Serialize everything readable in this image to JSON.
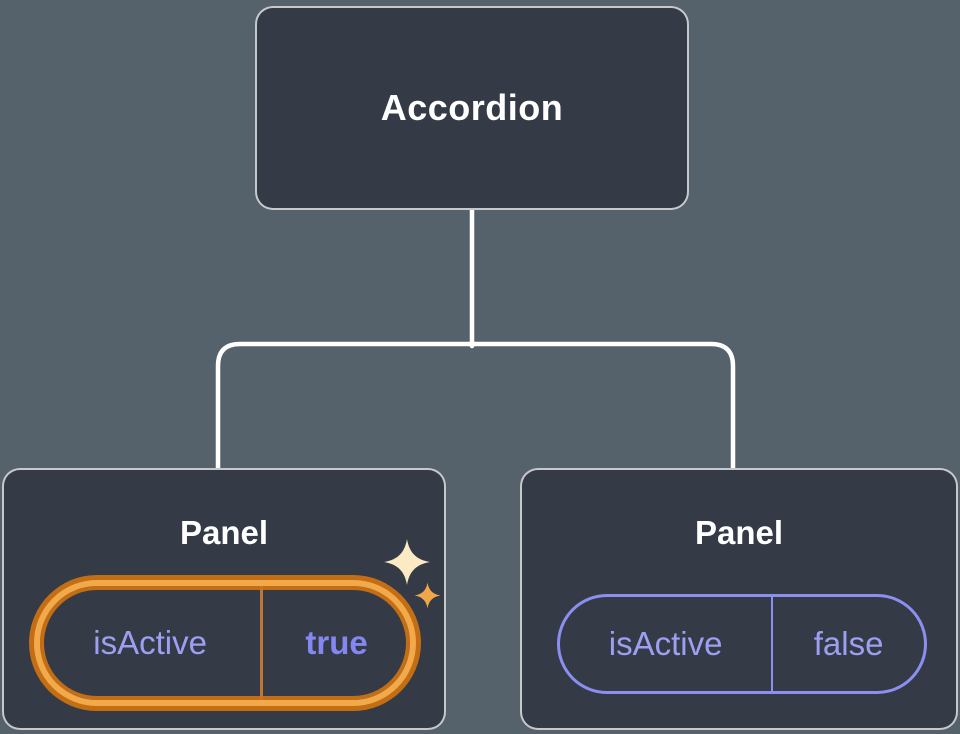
{
  "diagram": {
    "description": "Component tree: Accordion parent with two Panel children holding isActive state",
    "root": {
      "label": "Accordion"
    },
    "children": [
      {
        "label": "Panel",
        "prop_name": "isActive",
        "prop_value": "true",
        "highlighted": true
      },
      {
        "label": "Panel",
        "prop_name": "isActive",
        "prop_value": "false",
        "highlighted": false
      }
    ],
    "colors": {
      "background": "#56626B",
      "node_fill": "#343B47",
      "node_stroke": "#FFFFFF",
      "connector": "#FFFFFF",
      "text_primary": "#FFFFFF",
      "prop_text_purple": "#9DA0F2",
      "prop_value_purple": "#8487F0",
      "highlight_ring_dark": "#C36E15",
      "highlight_ring_bright": "#F1A94A",
      "highlight_divider": "#C07630",
      "pill_border_purple": "#8B8FF0",
      "sparkle_big": "#FBEAC4",
      "sparkle_small": "#F2A64B"
    }
  }
}
